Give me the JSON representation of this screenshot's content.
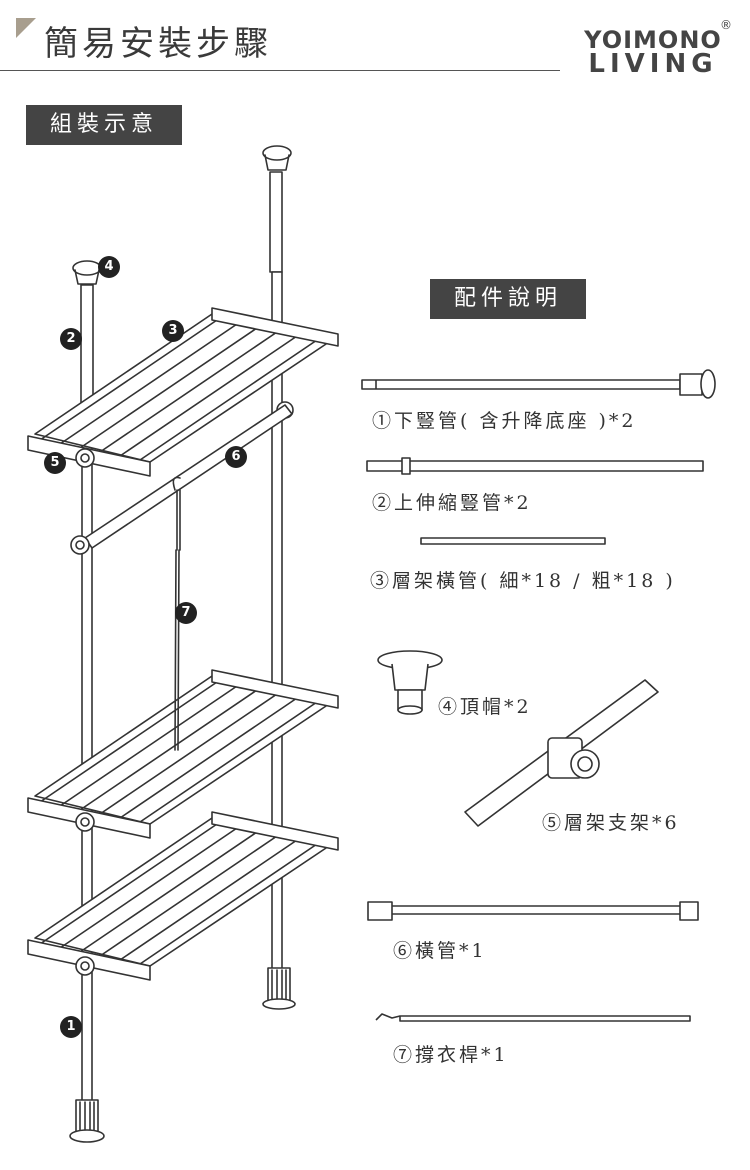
{
  "header": {
    "title": "簡易安裝步驟",
    "logo_line1": "YOIMONO",
    "logo_line2": "LIVING",
    "logo_reg": "®"
  },
  "assembly": {
    "tag": "組裝示意",
    "badges": [
      "1",
      "2",
      "3",
      "4",
      "5",
      "6",
      "7"
    ]
  },
  "parts": {
    "tag": "配件說明",
    "items": [
      {
        "label": "①下豎管( 含升降底座 )*2"
      },
      {
        "label": "②上伸縮豎管*2"
      },
      {
        "label": "③層架橫管( 細*18 / 粗*18 )"
      },
      {
        "label": "④頂帽*2"
      },
      {
        "label": "⑤層架支架*6"
      },
      {
        "label": "⑥橫管*1"
      },
      {
        "label": "⑦撐衣桿*1"
      }
    ]
  },
  "colors": {
    "tag_bg": "#444444",
    "corner": "#a89e8e",
    "line": "#333333"
  }
}
